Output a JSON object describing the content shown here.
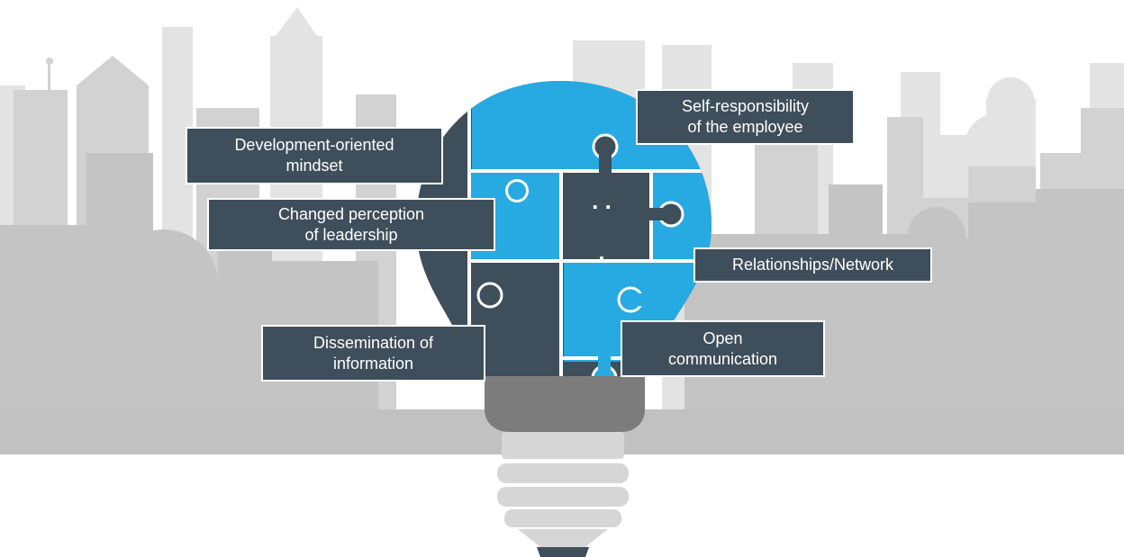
{
  "colors": {
    "skyline_back": "#e2e2e2",
    "skyline_mid": "#cfcfcf",
    "skyline_front": "#c3c3c3",
    "bulb_dark": "#3e4e5b",
    "bulb_blue": "#27aae1",
    "bulb_neck": "#7c7c7c",
    "bulb_base": "#d6d6d6",
    "label_bg": "#3e4e5b",
    "label_text": "#ffffff"
  },
  "bulb": {
    "center_dots": ". .",
    "center_dot": "."
  },
  "labels": {
    "self_responsibility": {
      "line1": "Self-responsibility",
      "line2": "of the employee"
    },
    "development_oriented": {
      "line1": "Development-oriented",
      "line2": "mindset"
    },
    "changed_perception": {
      "line1": "Changed perception",
      "line2": "of leadership"
    },
    "relationships": {
      "line1": "Relationships/Network"
    },
    "dissemination": {
      "line1": "Dissemination of",
      "line2": "information"
    },
    "open_communication": {
      "line1": "Open",
      "line2": "communication"
    }
  }
}
